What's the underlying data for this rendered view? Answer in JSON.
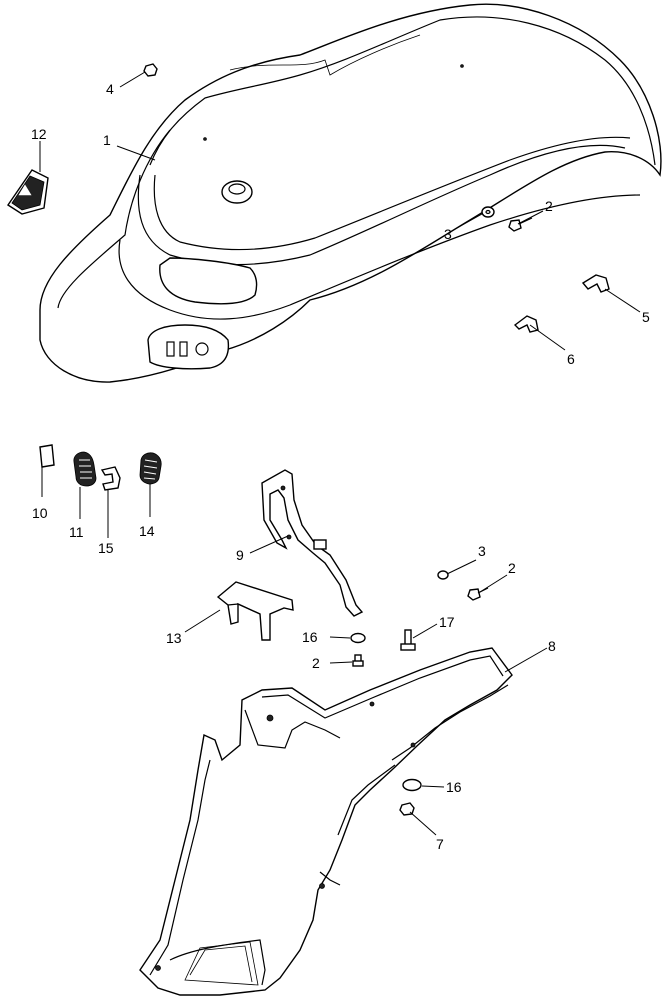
{
  "diagram": {
    "callouts": [
      {
        "id": "c1",
        "label": "1"
      },
      {
        "id": "c2a",
        "label": "2"
      },
      {
        "id": "c3a",
        "label": "3"
      },
      {
        "id": "c4",
        "label": "4"
      },
      {
        "id": "c5",
        "label": "5"
      },
      {
        "id": "c6",
        "label": "6"
      },
      {
        "id": "c12",
        "label": "12"
      },
      {
        "id": "c10",
        "label": "10"
      },
      {
        "id": "c11",
        "label": "11"
      },
      {
        "id": "c15",
        "label": "15"
      },
      {
        "id": "c14",
        "label": "14"
      },
      {
        "id": "c9",
        "label": "9"
      },
      {
        "id": "c3b",
        "label": "3"
      },
      {
        "id": "c2b",
        "label": "2"
      },
      {
        "id": "c13",
        "label": "13"
      },
      {
        "id": "c16a",
        "label": "16"
      },
      {
        "id": "c17",
        "label": "17"
      },
      {
        "id": "c2c",
        "label": "2"
      },
      {
        "id": "c8",
        "label": "8"
      },
      {
        "id": "c16b",
        "label": "16"
      },
      {
        "id": "c7",
        "label": "7"
      }
    ]
  }
}
